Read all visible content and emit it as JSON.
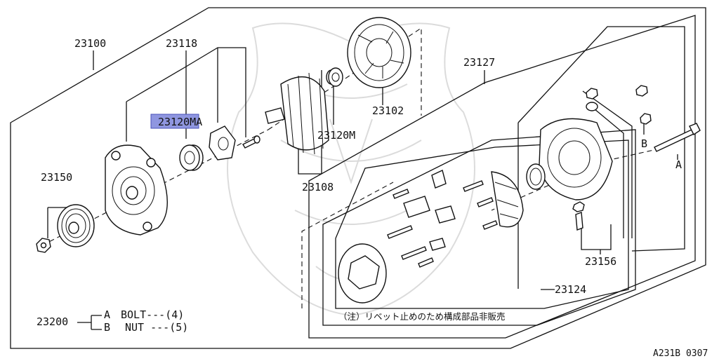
{
  "diagram": {
    "parts": {
      "alternator_assy": "23100",
      "brush_holder_set": "23118",
      "highlighted_part": "23120MA",
      "bearing_rear": "23120M",
      "front_cover": "23102",
      "rotor": "23108",
      "stator_kit": "23127",
      "pulley": "23150",
      "regulator_kit": "23124",
      "screws": "23156",
      "bolt_nut_set": "23200"
    },
    "legend": {
      "line_a_letter": "A",
      "line_a_text": "BOLT---(4)",
      "line_b_letter": "B",
      "line_b_text": "NUT ---(5)"
    },
    "callout_letters": {
      "bolt": "A",
      "nut": "B"
    },
    "note": "（注）リベット止めのため構成部品非販売",
    "figure_code": "A231B 0307",
    "highlight_color": "#8f96e0"
  }
}
